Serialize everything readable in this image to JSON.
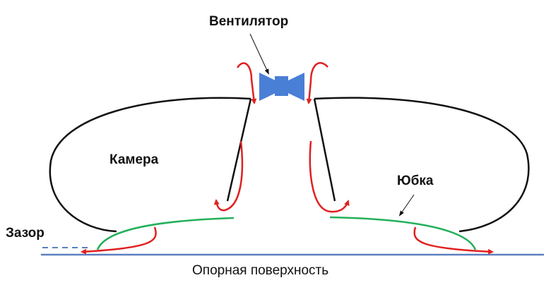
{
  "labels": {
    "fan": "Вентилятор",
    "chamber": "Камера",
    "skirt": "Юбка",
    "gap": "Зазор",
    "surface": "Опорная поверхность"
  },
  "colors": {
    "hull": "#111111",
    "skirt": "#22b05a",
    "airflow": "#e02020",
    "fan": "#4a7fd6",
    "surface": "#5b7fbf"
  }
}
